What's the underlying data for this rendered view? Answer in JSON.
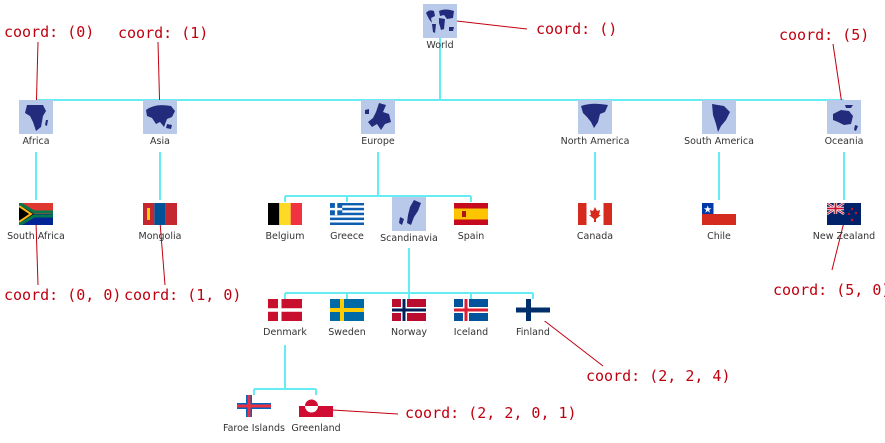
{
  "colors": {
    "tree_line": "#66ecf3",
    "annotation": "#c0000f",
    "label": "#333333"
  },
  "nodes": {
    "world": "World",
    "africa": "Africa",
    "asia": "Asia",
    "europe": "Europe",
    "north_america": "North America",
    "south_america": "South America",
    "oceania": "Oceania",
    "south_africa": "South Africa",
    "mongolia": "Mongolia",
    "belgium": "Belgium",
    "greece": "Greece",
    "scandinavia": "Scandinavia",
    "spain": "Spain",
    "canada": "Canada",
    "chile": "Chile",
    "new_zealand": "New Zealand",
    "denmark": "Denmark",
    "sweden": "Sweden",
    "norway": "Norway",
    "iceland": "Iceland",
    "finland": "Finland",
    "faroe_islands": "Faroe Islands",
    "greenland": "Greenland"
  },
  "annotations": {
    "root": "coord: ()",
    "africa": "coord: (0)",
    "asia": "coord: (1)",
    "oceania": "coord: (5)",
    "south_africa": "coord: (0, 0)",
    "mongolia": "coord: (1, 0)",
    "new_zealand": "coord: (5, 0)",
    "finland": "coord: (2, 2, 4)",
    "greenland": "coord: (2, 2, 0, 1)"
  }
}
